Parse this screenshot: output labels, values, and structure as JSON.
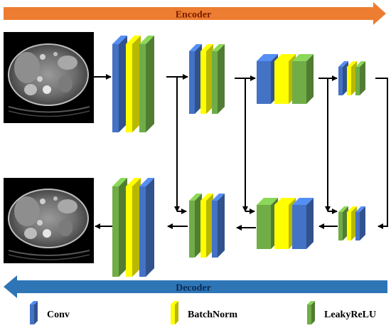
{
  "encoder_label": "Encoder",
  "decoder_label": "Decoder",
  "legend": [
    {
      "key": "conv",
      "label": "Conv"
    },
    {
      "key": "batchnorm",
      "label": "BatchNorm"
    },
    {
      "key": "leakyrelu",
      "label": "LeakyReLU"
    }
  ],
  "colors": {
    "encoder_arrow": "#ED7D31",
    "decoder_arrow": "#2E75B6",
    "conv": "#4472C4",
    "batchnorm": "#FFFF00",
    "leakyrelu": "#70AD47",
    "arrow_line": "#000000"
  },
  "images": [
    {
      "role": "input-ct-scan",
      "icon": "ct-scan-image"
    },
    {
      "role": "output-ct-scan",
      "icon": "ct-scan-image"
    }
  ]
}
